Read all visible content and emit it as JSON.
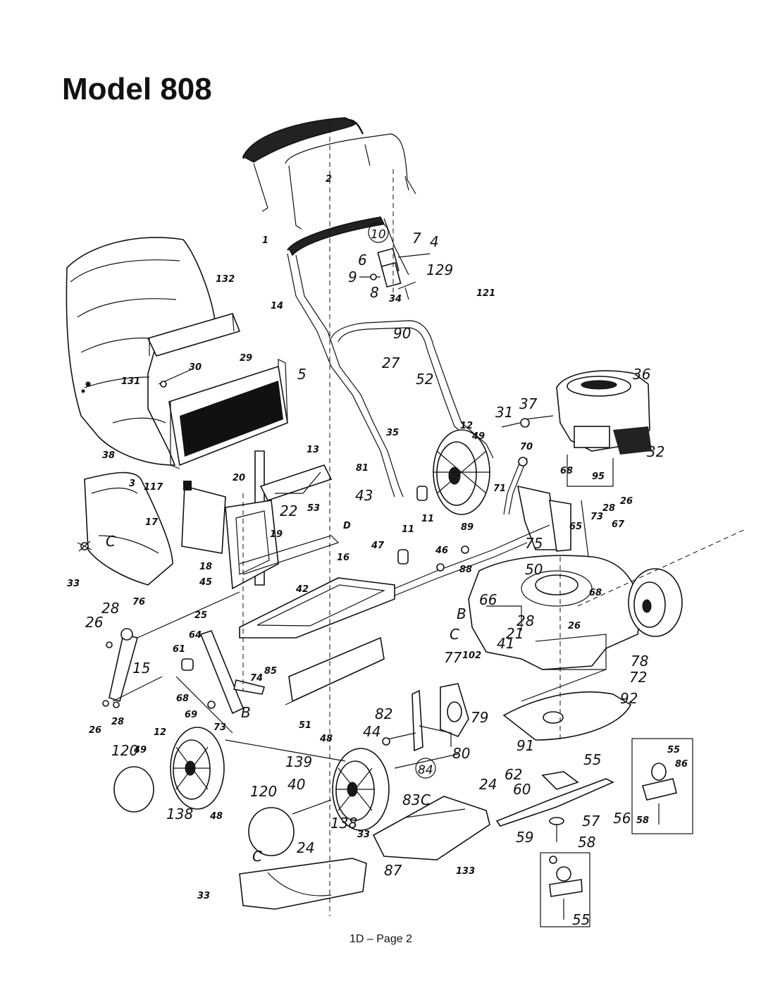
{
  "title": "Model 808",
  "footer": "1D – Page 2",
  "callouts": [
    {
      "id": "c-2",
      "text": "2"
    },
    {
      "id": "c-10",
      "text": "10"
    },
    {
      "id": "c-1",
      "text": "1"
    },
    {
      "id": "c-7",
      "text": "7"
    },
    {
      "id": "c-4",
      "text": "4"
    },
    {
      "id": "c-6",
      "text": "6"
    },
    {
      "id": "c-9",
      "text": "9"
    },
    {
      "id": "c-129",
      "text": "129"
    },
    {
      "id": "c-8",
      "text": "8"
    },
    {
      "id": "c-34",
      "text": "34"
    },
    {
      "id": "c-121",
      "text": "121"
    },
    {
      "id": "c-14",
      "text": "14"
    },
    {
      "id": "c-132",
      "text": "132"
    },
    {
      "id": "c-90",
      "text": "90"
    },
    {
      "id": "c-29",
      "text": "29"
    },
    {
      "id": "c-27",
      "text": "27"
    },
    {
      "id": "c-5",
      "text": "5"
    },
    {
      "id": "c-30",
      "text": "30"
    },
    {
      "id": "c-131",
      "text": "131"
    },
    {
      "id": "c-52",
      "text": "52"
    },
    {
      "id": "c-36",
      "text": "36"
    },
    {
      "id": "c-31",
      "text": "31"
    },
    {
      "id": "c-37",
      "text": "37"
    },
    {
      "id": "c-35",
      "text": "35"
    },
    {
      "id": "c-12a",
      "text": "12"
    },
    {
      "id": "c-49a",
      "text": "49"
    },
    {
      "id": "c-32",
      "text": "32"
    },
    {
      "id": "c-38",
      "text": "38"
    },
    {
      "id": "c-13",
      "text": "13"
    },
    {
      "id": "c-81",
      "text": "81"
    },
    {
      "id": "c-70",
      "text": "70"
    },
    {
      "id": "c-68a",
      "text": "68"
    },
    {
      "id": "c-95",
      "text": "95"
    },
    {
      "id": "c-3",
      "text": "3"
    },
    {
      "id": "c-117",
      "text": "117"
    },
    {
      "id": "c-20",
      "text": "20"
    },
    {
      "id": "c-53",
      "text": "53"
    },
    {
      "id": "c-22",
      "text": "22"
    },
    {
      "id": "c-43",
      "text": "43"
    },
    {
      "id": "c-71",
      "text": "71"
    },
    {
      "id": "c-26a",
      "text": "26"
    },
    {
      "id": "c-28a",
      "text": "28"
    },
    {
      "id": "c-17",
      "text": "17"
    },
    {
      "id": "c-19",
      "text": "19"
    },
    {
      "id": "c-D",
      "text": "D"
    },
    {
      "id": "c-11a",
      "text": "11"
    },
    {
      "id": "c-11b",
      "text": "11"
    },
    {
      "id": "c-89",
      "text": "89"
    },
    {
      "id": "c-65",
      "text": "65"
    },
    {
      "id": "c-73a",
      "text": "73"
    },
    {
      "id": "c-67",
      "text": "67"
    },
    {
      "id": "c-C1",
      "text": "C"
    },
    {
      "id": "c-18",
      "text": "18"
    },
    {
      "id": "c-16",
      "text": "16"
    },
    {
      "id": "c-47",
      "text": "47"
    },
    {
      "id": "c-46",
      "text": "46"
    },
    {
      "id": "c-75",
      "text": "75"
    },
    {
      "id": "c-45",
      "text": "45"
    },
    {
      "id": "c-88",
      "text": "88"
    },
    {
      "id": "c-50",
      "text": "50"
    },
    {
      "id": "c-33a",
      "text": "33"
    },
    {
      "id": "c-42",
      "text": "42"
    },
    {
      "id": "c-68b",
      "text": "68"
    },
    {
      "id": "c-66",
      "text": "66"
    },
    {
      "id": "c-28b",
      "text": "28"
    },
    {
      "id": "c-76",
      "text": "76"
    },
    {
      "id": "c-26b",
      "text": "26"
    },
    {
      "id": "c-B1",
      "text": "B"
    },
    {
      "id": "c-28c",
      "text": "28"
    },
    {
      "id": "c-26c",
      "text": "26"
    },
    {
      "id": "c-25",
      "text": "25"
    },
    {
      "id": "c-64",
      "text": "64"
    },
    {
      "id": "c-C2",
      "text": "C"
    },
    {
      "id": "c-21",
      "text": "21"
    },
    {
      "id": "c-41",
      "text": "41"
    },
    {
      "id": "c-61",
      "text": "61"
    },
    {
      "id": "c-15",
      "text": "15"
    },
    {
      "id": "c-85",
      "text": "85"
    },
    {
      "id": "c-77",
      "text": "77"
    },
    {
      "id": "c-102",
      "text": "102"
    },
    {
      "id": "c-74",
      "text": "74"
    },
    {
      "id": "c-78",
      "text": "78"
    },
    {
      "id": "c-72",
      "text": "72"
    },
    {
      "id": "c-68c",
      "text": "68"
    },
    {
      "id": "c-26d",
      "text": "26"
    },
    {
      "id": "c-28d",
      "text": "28"
    },
    {
      "id": "c-69",
      "text": "69"
    },
    {
      "id": "c-B2",
      "text": "B"
    },
    {
      "id": "c-51",
      "text": "51"
    },
    {
      "id": "c-82",
      "text": "82"
    },
    {
      "id": "c-79",
      "text": "79"
    },
    {
      "id": "c-92",
      "text": "92"
    },
    {
      "id": "c-73b",
      "text": "73"
    },
    {
      "id": "c-44",
      "text": "44"
    },
    {
      "id": "c-48a",
      "text": "48"
    },
    {
      "id": "c-12b",
      "text": "12"
    },
    {
      "id": "c-120a",
      "text": "120"
    },
    {
      "id": "c-49b",
      "text": "49"
    },
    {
      "id": "c-91",
      "text": "91"
    },
    {
      "id": "c-55a",
      "text": "55"
    },
    {
      "id": "c-55b",
      "text": "55"
    },
    {
      "id": "c-86",
      "text": "86"
    },
    {
      "id": "c-139",
      "text": "139"
    },
    {
      "id": "c-84",
      "text": "84"
    },
    {
      "id": "c-80",
      "text": "80"
    },
    {
      "id": "c-62",
      "text": "62"
    },
    {
      "id": "c-60",
      "text": "60"
    },
    {
      "id": "c-24a",
      "text": "24"
    },
    {
      "id": "c-40",
      "text": "40"
    },
    {
      "id": "c-120b",
      "text": "120"
    },
    {
      "id": "c-138a",
      "text": "138"
    },
    {
      "id": "c-48b",
      "text": "48"
    },
    {
      "id": "c-83",
      "text": "83"
    },
    {
      "id": "c-C3",
      "text": "C"
    },
    {
      "id": "c-56",
      "text": "56"
    },
    {
      "id": "c-57",
      "text": "57"
    },
    {
      "id": "c-58a",
      "text": "58"
    },
    {
      "id": "c-138b",
      "text": "138"
    },
    {
      "id": "c-33b",
      "text": "33"
    },
    {
      "id": "c-59",
      "text": "59"
    },
    {
      "id": "c-58b",
      "text": "58"
    },
    {
      "id": "c-24b",
      "text": "24"
    },
    {
      "id": "c-133",
      "text": "133"
    },
    {
      "id": "c-C4",
      "text": "C"
    },
    {
      "id": "c-87",
      "text": "87"
    },
    {
      "id": "c-33c",
      "text": "33"
    },
    {
      "id": "c-55c",
      "text": "55"
    }
  ]
}
